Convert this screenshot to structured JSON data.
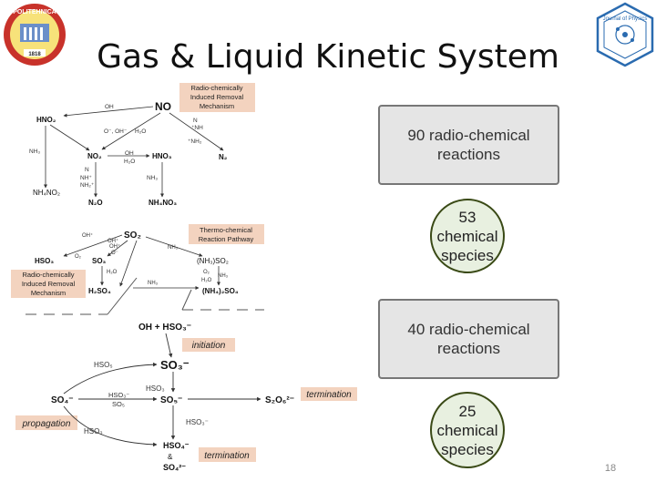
{
  "slide": {
    "title": "Gas & Liquid Kinetic System",
    "page_number": "18",
    "logo_left_year": "1818",
    "logo_left_text": "POLITEHNICA",
    "logo_right_text": "Journal of Physics"
  },
  "colors": {
    "label_bg": "#f3d3bf",
    "box_bg": "#e5e5e5",
    "circle_bg": "#e8f0e0",
    "circle_border": "#3a4a16"
  },
  "diagram_top": {
    "label_radio_1": "Radio-chemically",
    "label_radio_2": "Induced Removal",
    "label_radio_3": "Mechanism",
    "no": "NO",
    "hno2": "HNO₂",
    "oh": "OH",
    "o_oh": "O⁻, OH⁻",
    "h2o": "H₂O",
    "n_nh_1": "N",
    "n_nh_2": "⁺NH",
    "nh2_star": "⁺NH₂",
    "nh3": "NH₃",
    "no2": "NO₂",
    "oh2": "OH",
    "h2o_2": "H₂O",
    "hno3": "HNO₃",
    "n2": "N₂",
    "n3_1": "N",
    "n3_2": "NH⁺",
    "n3_3": "NH₂⁺",
    "nh3_2": "NH₃",
    "nh4no2": "NH₄NO₂",
    "n2o": "N₂O",
    "nh4no3": "NH₄NO₃"
  },
  "diagram_mid": {
    "label_thermo_1": "Thermo-chemical",
    "label_thermo_2": "Reaction Pathway",
    "label_radio_1": "Radio-chemically",
    "label_radio_2": "Induced Removal",
    "label_radio_3": "Mechanism",
    "so2": "SO₂",
    "hso3": "HSO₃",
    "so3": "SO₃",
    "oh_a": "OH⁺",
    "oh_b": "OH⁺",
    "o_a": "O⁻",
    "o2": "O₂",
    "oh_c": "OH⁺",
    "h2o": "H₂O",
    "nh3_a": "NH₃",
    "nh3_b": "NH₃",
    "nh3_c": "NH₃",
    "nh3so2": "(NH₃)SO₂",
    "o2_b": "O₂",
    "h2o_b": "H₂O",
    "h2so4": "H₂SO₄",
    "nh42so4": "(NH₄)₂SO₄"
  },
  "diagram_bottom": {
    "oh_hso3": "OH + HSO₃⁻",
    "initiation": "initiation",
    "so3m": "SO₃⁻",
    "hso5": "HSO₅",
    "hso3_b": "HSO₃",
    "so4m": "SO₄⁻",
    "hso3m": "HSO₃⁻",
    "so5_small": "SO₅",
    "so5m": "SO₅⁻",
    "s2o6": "S₂O₆²⁻",
    "termination_1": "termination",
    "propagation": "propagation",
    "hso3_c": "HSO₃⁻",
    "hso3_d": "HSO₃",
    "hso4m": "HSO₄⁻",
    "amp": "&",
    "so4_2m": "SO₄²⁻",
    "termination_2": "termination"
  },
  "summary": {
    "box1_line1": "90 radio-chemical",
    "box1_line2": "reactions",
    "circle1_line1": "53",
    "circle1_line2": "chemical",
    "circle1_line3": "species",
    "box2_line1": "40 radio-chemical",
    "box2_line2": "reactions",
    "circle2_line1": "25",
    "circle2_line2": "chemical",
    "circle2_line3": "species"
  }
}
